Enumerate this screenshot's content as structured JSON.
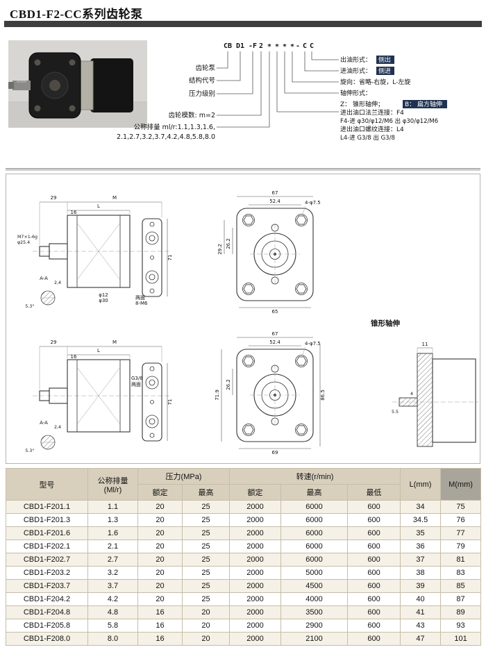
{
  "page": {
    "title": "CBD1-F2-CC系列齿轮泵"
  },
  "colors": {
    "highlight": "#1f3250",
    "header_bg": "#d8cfbd",
    "row_shade": "#f5f1e6",
    "title_bar": "#3e3e3e"
  },
  "code": {
    "parts": [
      "CB",
      "D1",
      "-F",
      "2",
      "*",
      "*",
      "*",
      "*",
      "-",
      "C",
      "C"
    ],
    "left": {
      "pump": "齿轮泵",
      "structure": "结构代号",
      "pressure": "压力级别",
      "module": "齿轮模数: m=2",
      "disp1": "公称排量 ml/r:1.1,1.3,1.6,",
      "disp2": "2.1,2.7,3.2,3.7,4.2,4.8,5.8,8.0"
    },
    "right": {
      "outlet_label": "出油形式：",
      "outlet_value": "侧出",
      "inlet_label": "进油形式：",
      "inlet_value": "侧进",
      "rotation": "旋向：省略-右旋，L-左旋",
      "shaft_label": "轴伸形式：",
      "shaft_z": "Z： 锥形轴伸；",
      "shaft_b": "B： 扁方轴伸",
      "flange": "进出油口法兰连接：F4",
      "flange_detail": "F4-进 φ30/φ12/M6 出 φ30/φ12/M6",
      "thread": "进出油口螺纹连接：L4",
      "thread_detail": "L4-进 G3/8 出 G3/8"
    }
  },
  "drawings": {
    "conical_label": "锥形轴伸",
    "r1s": {
      "d29": "29",
      "dM": "M",
      "dL": "L",
      "d16": "16",
      "d71": "71",
      "thread": "M7×1-6g",
      "shaft": "φ25.4",
      "d12": "φ12",
      "d30": "φ30",
      "faces": "两面",
      "bolts": "8-M6",
      "section": "A-A",
      "d24": "2,4",
      "angle": "5.3°"
    },
    "r1f": {
      "d67": "67",
      "d52": "52.4",
      "holes": "4-φ7.5",
      "d26": "26.2",
      "d29": "29.2",
      "d65": "65"
    },
    "r2s": {
      "d29": "29",
      "dM": "M",
      "dL": "L",
      "d16": "16",
      "d71": "71",
      "port": "G3/8",
      "faces": "两面",
      "section": "A-A",
      "d24": "2,4",
      "angle": "5.3°"
    },
    "r2f": {
      "d67": "67",
      "d52": "52.4",
      "holes": "4-φ7.5",
      "d26": "26.2",
      "d71": "71.9",
      "d86": "86.5",
      "d69": "69"
    },
    "r2d": {
      "d11": "11",
      "d4": "4",
      "d55": "5.5"
    }
  },
  "table": {
    "header": {
      "model": "型号",
      "disp1": "公称排量",
      "disp2": "(Ml/r)",
      "pressure": "压力(MPa)",
      "speed": "转速(r/min)",
      "rated": "额定",
      "max": "最高",
      "min": "最低",
      "l": "L(mm)",
      "m": "M(mm)"
    },
    "rows": [
      {
        "model": "CBD1-F201.1",
        "disp": "1.1",
        "p_rated": "20",
        "p_max": "25",
        "n_rated": "2000",
        "n_max": "6000",
        "n_min": "600",
        "l": "34",
        "m": "75"
      },
      {
        "model": "CBD1-F201.3",
        "disp": "1.3",
        "p_rated": "20",
        "p_max": "25",
        "n_rated": "2000",
        "n_max": "6000",
        "n_min": "600",
        "l": "34.5",
        "m": "76"
      },
      {
        "model": "CBD1-F201.6",
        "disp": "1.6",
        "p_rated": "20",
        "p_max": "25",
        "n_rated": "2000",
        "n_max": "6000",
        "n_min": "600",
        "l": "35",
        "m": "77"
      },
      {
        "model": "CBD1-F202.1",
        "disp": "2.1",
        "p_rated": "20",
        "p_max": "25",
        "n_rated": "2000",
        "n_max": "6000",
        "n_min": "600",
        "l": "36",
        "m": "79"
      },
      {
        "model": "CBD1-F202.7",
        "disp": "2.7",
        "p_rated": "20",
        "p_max": "25",
        "n_rated": "2000",
        "n_max": "6000",
        "n_min": "600",
        "l": "37",
        "m": "81"
      },
      {
        "model": "CBD1-F203.2",
        "disp": "3.2",
        "p_rated": "20",
        "p_max": "25",
        "n_rated": "2000",
        "n_max": "5000",
        "n_min": "600",
        "l": "38",
        "m": "83"
      },
      {
        "model": "CBD1-F203.7",
        "disp": "3.7",
        "p_rated": "20",
        "p_max": "25",
        "n_rated": "2000",
        "n_max": "4500",
        "n_min": "600",
        "l": "39",
        "m": "85"
      },
      {
        "model": "CBD1-F204.2",
        "disp": "4.2",
        "p_rated": "20",
        "p_max": "25",
        "n_rated": "2000",
        "n_max": "4000",
        "n_min": "600",
        "l": "40",
        "m": "87"
      },
      {
        "model": "CBD1-F204.8",
        "disp": "4.8",
        "p_rated": "16",
        "p_max": "20",
        "n_rated": "2000",
        "n_max": "3500",
        "n_min": "600",
        "l": "41",
        "m": "89"
      },
      {
        "model": "CBD1-F205.8",
        "disp": "5.8",
        "p_rated": "16",
        "p_max": "20",
        "n_rated": "2000",
        "n_max": "2900",
        "n_min": "600",
        "l": "43",
        "m": "93"
      },
      {
        "model": "CBD1-F208.0",
        "disp": "8.0",
        "p_rated": "16",
        "p_max": "20",
        "n_rated": "2000",
        "n_max": "2100",
        "n_min": "600",
        "l": "47",
        "m": "101"
      }
    ]
  }
}
